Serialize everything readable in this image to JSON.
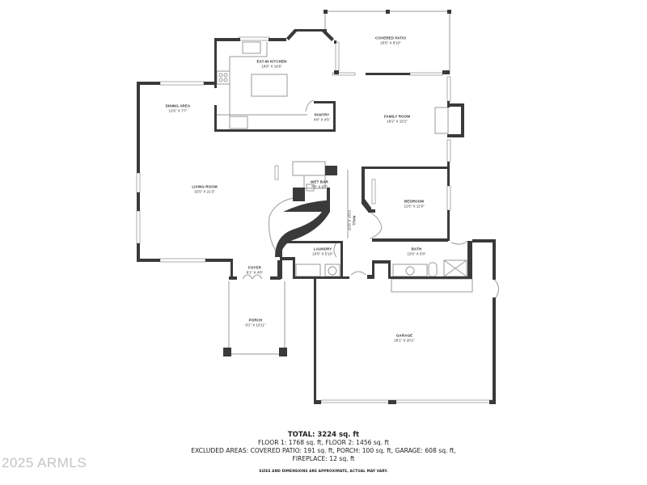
{
  "plan": {
    "wall_color": "#3a3a3a",
    "thin_line_color": "#9a9a9a",
    "rooms": [
      {
        "id": "covered-patio",
        "name": "COVERED PATIO",
        "dims": "20'6\" X 8'10\""
      },
      {
        "id": "eat-in-kitchen",
        "name": "EAT-IN KITCHEN",
        "dims": "19'8\" X 16'6\""
      },
      {
        "id": "dining-area",
        "name": "DINING AREA",
        "dims": "12'6\" X 7'7\""
      },
      {
        "id": "pantry",
        "name": "PANTRY",
        "dims": "4'8\" X 4'5\""
      },
      {
        "id": "family-room",
        "name": "FAMILY ROOM",
        "dims": "18'2\" X 15'2\""
      },
      {
        "id": "living-room",
        "name": "LIVING ROOM",
        "dims": "32'5\" X 21'3\""
      },
      {
        "id": "wet-bar",
        "name": "WET BAR",
        "dims": "7'6\" X 6'5\""
      },
      {
        "id": "hall",
        "name": "HALL",
        "dims": "5'10\" X 16'3\""
      },
      {
        "id": "bedroom",
        "name": "BEDROOM",
        "dims": "12'6\" X 11'9\""
      },
      {
        "id": "laundry",
        "name": "LAUNDRY",
        "dims": "10'5\" X 5'10\""
      },
      {
        "id": "bath",
        "name": "BATH",
        "dims": "15'6\" X 5'8\""
      },
      {
        "id": "foyer",
        "name": "FOYER",
        "dims": "8'1\" X 4'8\""
      },
      {
        "id": "porch",
        "name": "PORCH",
        "dims": "9'1\" X 10'11\""
      },
      {
        "id": "garage",
        "name": "GARAGE",
        "dims": "29'1\" X 20'1\""
      }
    ]
  },
  "footer": {
    "total": "TOTAL: 3224 sq. ft",
    "floors": "FLOOR 1: 1768 sq. ft, FLOOR 2: 1456 sq. ft",
    "excluded": "EXCLUDED AREAS: COVERED PATIO: 191 sq. ft, PORCH: 100 sq. ft, GARAGE: 608 sq. ft,",
    "excluded_cont": "FIREPLACE: 12 sq. ft",
    "disclaimer": "SIZES AND DIMENSIONS ARE APPROXIMATE, ACTUAL MAY VARY."
  },
  "watermark": "2025 ARMLS"
}
